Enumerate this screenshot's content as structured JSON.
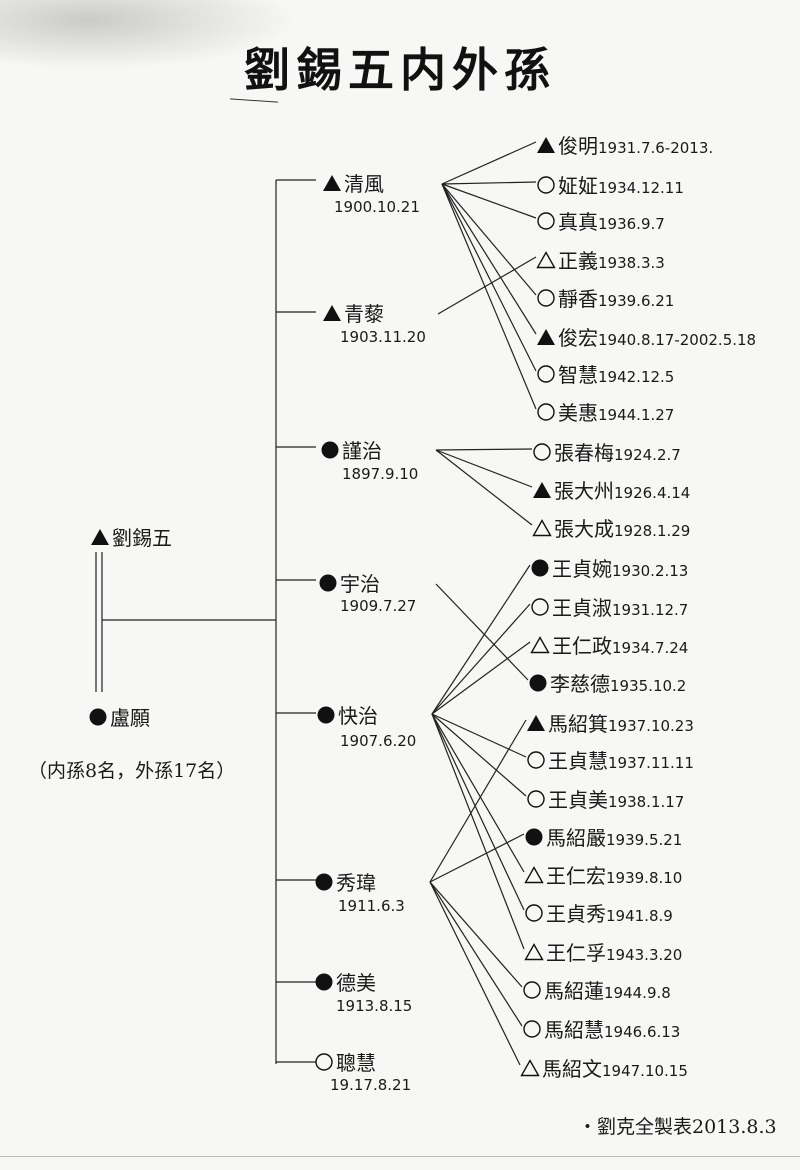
{
  "title": "劉錫五内外孫",
  "symbols": {
    "filled-triangle": "▲",
    "hollow-triangle": "△",
    "filled-circle": "●",
    "hollow-circle": "○"
  },
  "founder": {
    "symbol": "filled-triangle",
    "name": "劉錫五"
  },
  "spouse": {
    "symbol": "filled-circle",
    "name": "盧願"
  },
  "note": "（内孫8名，外孫17名）",
  "children": [
    {
      "symbol": "filled-triangle",
      "name": "清風",
      "date": "1900.10.21"
    },
    {
      "symbol": "filled-triangle",
      "name": "青藜",
      "date": "1903.11.20"
    },
    {
      "symbol": "filled-circle",
      "name": "謹治",
      "date": "1897.9.10"
    },
    {
      "symbol": "filled-circle",
      "name": "宇治",
      "date": "1909.7.27"
    },
    {
      "symbol": "filled-circle",
      "name": "快治",
      "date": "1907.6.20"
    },
    {
      "symbol": "filled-circle",
      "name": "秀瑋",
      "date": "1911.6.3"
    },
    {
      "symbol": "filled-circle",
      "name": "德美",
      "date": "1913.8.15"
    },
    {
      "symbol": "hollow-circle",
      "name": "聰慧",
      "date": "19.17.8.21"
    }
  ],
  "grandchildren": [
    {
      "symbol": "filled-triangle",
      "name": "俊明",
      "date": "1931.7.6-2013."
    },
    {
      "symbol": "hollow-circle",
      "name": "姃姃",
      "date": "1934.12.11"
    },
    {
      "symbol": "hollow-circle",
      "name": "真真",
      "date": "1936.9.7"
    },
    {
      "symbol": "hollow-triangle",
      "name": "正義",
      "date": "1938.3.3"
    },
    {
      "symbol": "hollow-circle",
      "name": "靜香",
      "date": "1939.6.21"
    },
    {
      "symbol": "filled-triangle",
      "name": "俊宏",
      "date": "1940.8.17-2002.5.18"
    },
    {
      "symbol": "hollow-circle",
      "name": "智慧",
      "date": "1942.12.5"
    },
    {
      "symbol": "hollow-circle",
      "name": "美惠",
      "date": "1944.1.27"
    },
    {
      "symbol": "hollow-circle",
      "name": "張春梅",
      "date": "1924.2.7"
    },
    {
      "symbol": "filled-triangle",
      "name": "張大州",
      "date": "1926.4.14"
    },
    {
      "symbol": "hollow-triangle",
      "name": "張大成",
      "date": "1928.1.29"
    },
    {
      "symbol": "filled-circle",
      "name": "王貞婉",
      "date": "1930.2.13"
    },
    {
      "symbol": "hollow-circle",
      "name": "王貞淑",
      "date": "1931.12.7"
    },
    {
      "symbol": "hollow-triangle",
      "name": "王仁政",
      "date": "1934.7.24"
    },
    {
      "symbol": "filled-circle",
      "name": "李慈德",
      "date": "1935.10.2"
    },
    {
      "symbol": "filled-triangle",
      "name": "馬紹箕",
      "date": "1937.10.23"
    },
    {
      "symbol": "hollow-circle",
      "name": "王貞慧",
      "date": "1937.11.11"
    },
    {
      "symbol": "hollow-circle",
      "name": "王貞美",
      "date": "1938.1.17"
    },
    {
      "symbol": "filled-circle",
      "name": "馬紹嚴",
      "date": "1939.5.21"
    },
    {
      "symbol": "hollow-triangle",
      "name": "王仁宏",
      "date": "1939.8.10"
    },
    {
      "symbol": "hollow-circle",
      "name": "王貞秀",
      "date": "1941.8.9"
    },
    {
      "symbol": "hollow-triangle",
      "name": "王仁孚",
      "date": "1943.3.20"
    },
    {
      "symbol": "hollow-circle",
      "name": "馬紹蓮",
      "date": "1944.9.8"
    },
    {
      "symbol": "hollow-circle",
      "name": "馬紹慧",
      "date": "1946.6.13"
    },
    {
      "symbol": "hollow-triangle",
      "name": "馬紹文",
      "date": "1947.10.15"
    }
  ],
  "links": [
    {
      "parent": "清風",
      "children": [
        "俊明",
        "姃姃",
        "真真",
        "靜香",
        "俊宏",
        "智慧",
        "美惠"
      ]
    },
    {
      "parent": "青藜",
      "children": [
        "正義"
      ]
    },
    {
      "parent": "謹治",
      "children": [
        "張春梅",
        "張大州",
        "張大成"
      ]
    },
    {
      "parent": "宇治",
      "children": [
        "李慈德"
      ]
    },
    {
      "parent": "快治",
      "children": [
        "王貞婉",
        "王貞淑",
        "王仁政",
        "王貞慧",
        "王貞美",
        "王仁宏",
        "王貞秀",
        "王仁孚"
      ]
    },
    {
      "parent": "秀瑋",
      "children": [
        "馬紹箕",
        "馬紹嚴",
        "馬紹蓮",
        "馬紹慧",
        "馬紹文"
      ]
    }
  ],
  "credit": "・劉克全製表2013.8.3"
}
